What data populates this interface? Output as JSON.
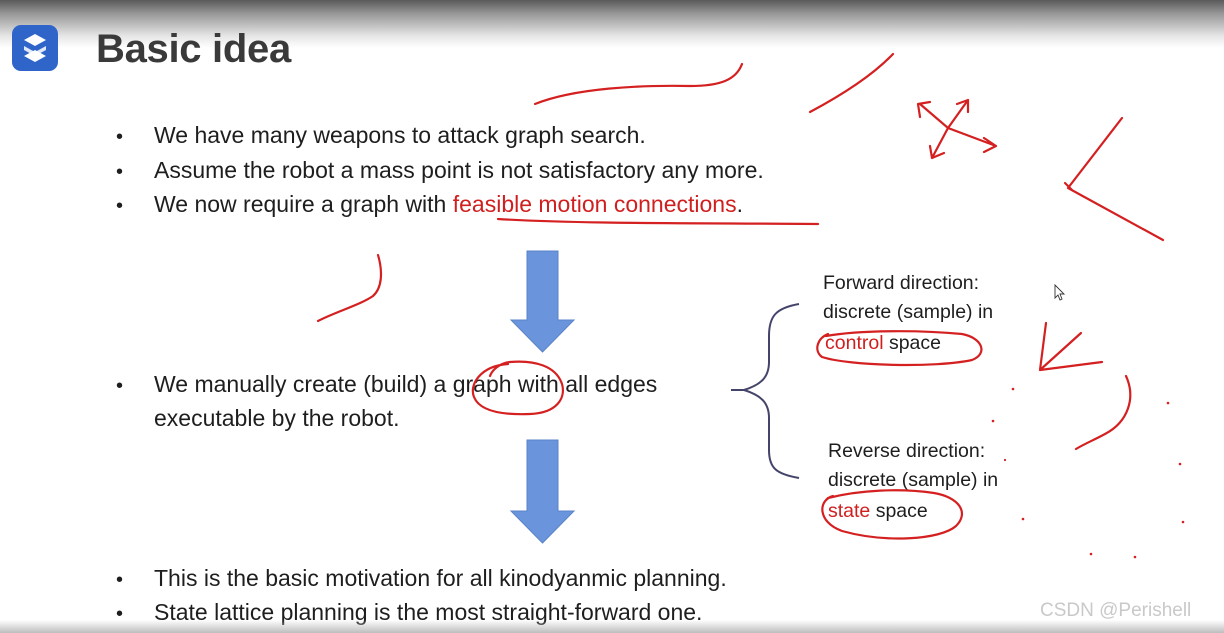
{
  "slide": {
    "title": "Basic idea",
    "bullet_glyph": "•",
    "bullets_top": [
      {
        "text": "We have many weapons to attack graph search."
      },
      {
        "text": "Assume the robot a mass point is not satisfactory any more."
      },
      {
        "text_before": "We now require a graph with ",
        "highlight": "feasible motion connections",
        "text_after": "."
      }
    ],
    "middle_bullet": {
      "line1_part1": "We manually create (build) ",
      "line1_part2": "a graph",
      "line1_part3": " with all edges",
      "line2": "executable by the robot."
    },
    "forward": {
      "line1": "Forward direction:",
      "line2": "discrete (sample) in",
      "highlight": "control",
      "rest": " space"
    },
    "reverse": {
      "line1": "Reverse direction:",
      "line2": "discrete (sample) in",
      "highlight": "state",
      "rest": " space"
    },
    "bullets_bottom": [
      {
        "text": "This is the basic motivation for all kinodyanmic planning."
      },
      {
        "text": "State lattice planning is the most straight-forward one."
      }
    ]
  },
  "watermark": "CSDN @Perishell",
  "colors": {
    "logo": "#2f64c9",
    "arrow": "#6a95dc",
    "annotation": "#d42020",
    "highlight_text": "#d01f1f",
    "brace": "#44446a"
  },
  "icons": {
    "logo": "app-logo-icon",
    "cursor": "mouse-cursor-icon"
  }
}
